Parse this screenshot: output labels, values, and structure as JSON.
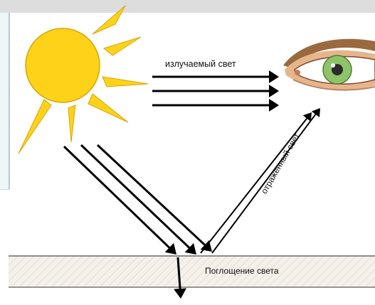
{
  "diagram": {
    "labels": {
      "emitted_light": "излучаемый свет",
      "reflected_light": "отраженный свет",
      "light_absorption": "Поглощение света"
    },
    "icons": [
      "sun-icon",
      "eye-icon"
    ],
    "colors": {
      "sun_fill": "#ffd21a",
      "sun_stroke": "#d9a400",
      "ray_fill": "#ffd21a",
      "surface_fill": "#f4f0ea",
      "surface_hatch": "#e6dfd4",
      "arrow": "#000000",
      "top_bar": "#dddddd",
      "left_panel": "#eef6f7"
    }
  }
}
